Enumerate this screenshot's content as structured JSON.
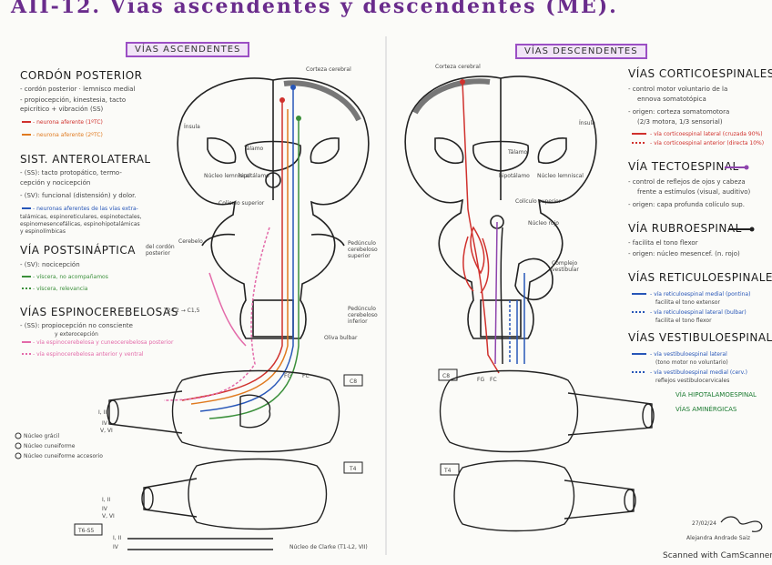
{
  "title": "AII-12. Vías ascendentes y descendentes (ME).",
  "left_panel": {
    "header": "VÍAS ASCENDENTES",
    "cordon_posterior": {
      "heading": "CORDÓN POSTERIOR",
      "lines": [
        "- cordón posterior · lemnisco medial",
        "- propiocepción, kinestesia, tacto",
        "epicrítico + vibración (SS)",
        "- neurona aferente (1ºTC)",
        "- neurona aferente (2ºTC)"
      ]
    },
    "sist_anterolateral": {
      "heading": "SIST. ANTEROLATERAL",
      "lines": [
        "- (SS): tacto protopático, termo-",
        "cepción y nocicepción",
        "- (SV): funcional (distensión) y dolor.",
        "- neuronas aferentes de las vías extra-",
        "talámicas, espinoreticulares, espinotectales,",
        "espinomesencefálicas, espinohipotalámicas",
        "y espinolímbicas"
      ]
    },
    "via_postsinaptica": {
      "heading": "VÍA POSTSINÁPTICA",
      "note": "del cordón posterior",
      "lines": [
        "- (SV): nocicepción",
        "- víscera, no acompañamos",
        "- víscera, relevancia"
      ]
    },
    "vias_espinocerebelosas": {
      "heading": "VÍAS ESPINOCEREBELOSAS",
      "lines": [
        "- (SS): propiocepción no consciente",
        "y exterocepción",
        "- vía espinocerebelosa y cuneocerebelosa posterior",
        "- vía espinocerebelosa anterior y ventral"
      ]
    },
    "legend_nuclei": [
      "Núcleo grácil",
      "Núcleo cuneiforme",
      "Núcleo cuneiforme accesorio"
    ],
    "diagram_labels": {
      "cortex": "Corteza cerebral",
      "insula": "Ínsula",
      "talamo": "Tálamo",
      "nucleo_lemniscal": "Núcleo lemniscal",
      "hipotalamo": "hipotálamo",
      "colliculus": "Colículo superior",
      "pedunculo_sup": "Pedúnculo cerebeloso superior",
      "pedunculo_inf": "Pedúnculo cerebeloso inferior",
      "cerebelo": "Cerebelo",
      "oliva": "Oliva bulbar",
      "c8": "C8",
      "t4": "T4",
      "t6s5": "T6-S5",
      "fg": "FG",
      "fc": "FC",
      "nucleo_clarke": "Núcleo de Clarke (T1-L2, VII)",
      "laminas": [
        "I, II",
        "IV",
        "V, VI"
      ],
      "laminas_bottom": [
        "I, II",
        "IV"
      ],
      "small_note": "T2-L2 → C1,5"
    }
  },
  "right_panel": {
    "header": "VÍAS DESCENDENTES",
    "corticoespinales": {
      "heading": "VÍAS CORTICOESPINALES",
      "lines": [
        "- control motor voluntario de la",
        "ennova somatotópica",
        "- origen: corteza somatomotora",
        "(2/3 motora, 1/3 sensorial)",
        "- vía corticoespinal lateral (cruzada 90%)",
        "- vía corticoespinal anterior (directa 10%)"
      ]
    },
    "tectoespinal": {
      "heading": "VÍA TECTOESPINAL",
      "lines": [
        "- control de reflejos de ojos y cabeza",
        "frente a estímulos (visual, auditivo)",
        "- origen: capa profunda colículo sup."
      ]
    },
    "rubroespinal": {
      "heading": "VÍA RUBROESPINAL",
      "lines": [
        "- facilita el tono flexor",
        "- origen: núcleo mesencef. (n. rojo)"
      ]
    },
    "reticuloespinales": {
      "heading": "VÍAS RETICULOESPINALES",
      "lines": [
        "- vía reticuloespinal medial (pontina)",
        "facilita el tono extensor",
        "- vía reticuloespinal lateral (bulbar)",
        "facilita el tono flexor"
      ]
    },
    "vestibuloespinales": {
      "heading": "VÍAS VESTIBULOESPINALES",
      "lines": [
        "- vía vestibuloespinal lateral",
        "(tono motor no voluntario)",
        "- vía vestibuloespinal medial (cerv.)",
        "reflejos vestibulocervicales"
      ]
    },
    "extra": [
      "VÍA HIPOTALAMOESPINAL",
      "VÍAS AMINÉRGICAS"
    ],
    "diagram_labels": {
      "cortex": "Corteza cerebral",
      "insula": "Ínsula",
      "talamo": "Tálamo",
      "nucleo_lemniscal": "Núcleo lemniscal",
      "hipotalamo": "hipotálamo",
      "colliculus": "Colículo superior",
      "nucleo_rojo": "Núcleo rojo",
      "complejo_vestibular": "Complejo vestibular",
      "c8": "C8",
      "t4": "T4",
      "fg": "FG",
      "fc": "FC"
    }
  },
  "signature": {
    "date": "27/02/24",
    "name": "Alejandra Andrade Saiz"
  },
  "watermark": "Scanned with CamScanner",
  "colors": {
    "title": "#6a2c8c",
    "box": "#f1e4f7",
    "red": "#d0312d",
    "blue": "#2756b8",
    "green": "#3a8f3a",
    "orange": "#e07a1f",
    "purple": "#8e44ad",
    "pink": "#e36aa9",
    "gray": "#6d6d6d"
  }
}
